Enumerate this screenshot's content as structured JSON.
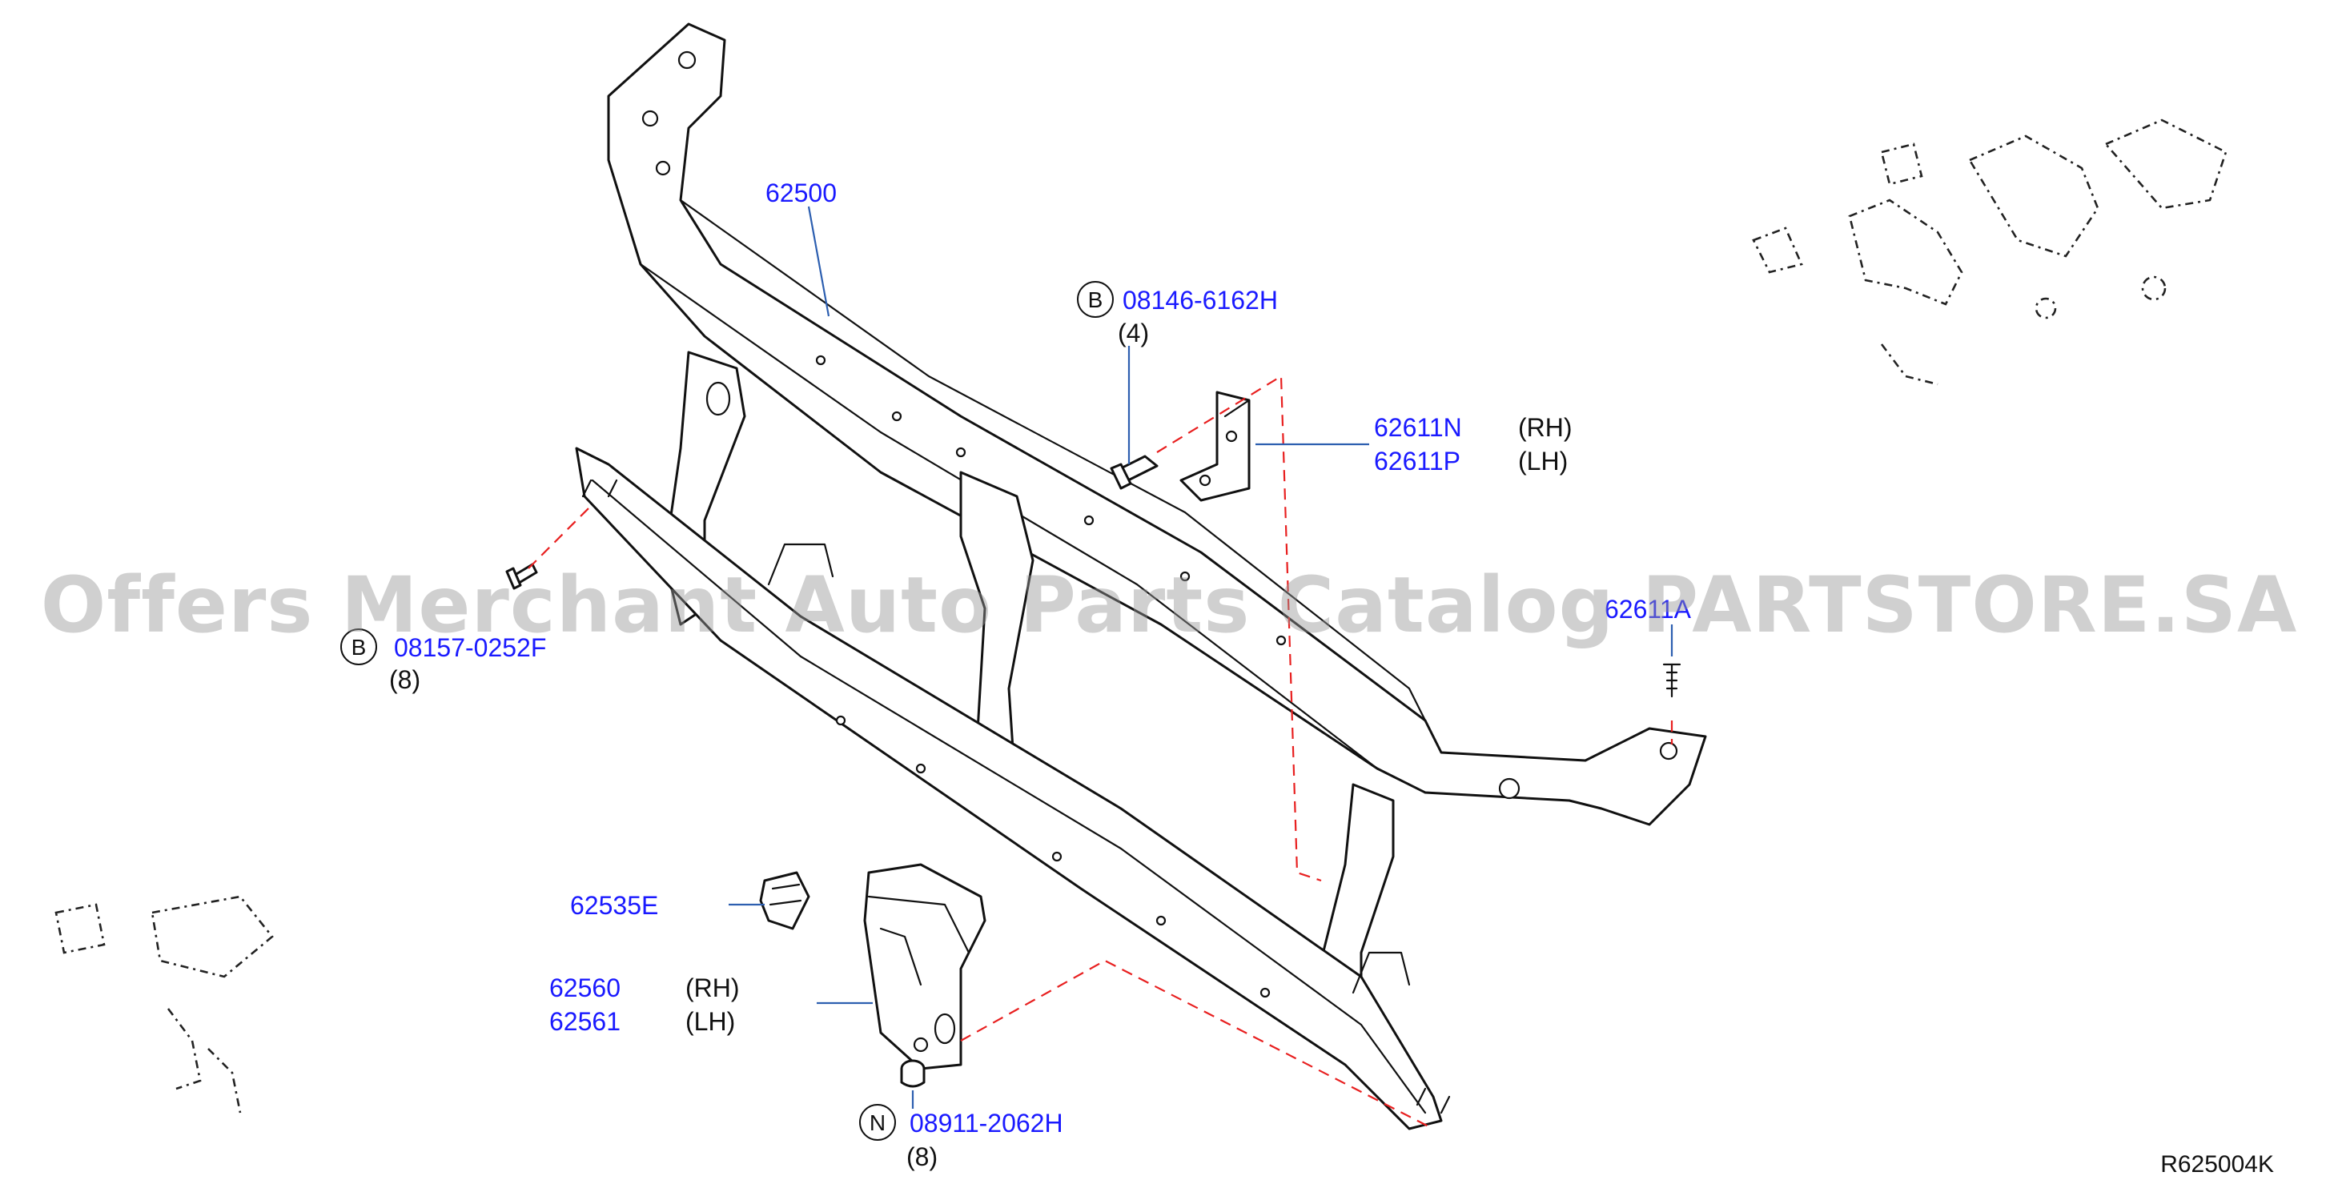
{
  "diagram_id": "R625004K",
  "watermark": "Offers Merchant Auto Parts Catalog PARTSTORE.SA",
  "parts": {
    "p62500": {
      "number": "62500"
    },
    "bolt_top": {
      "circle_letter": "B",
      "number": "08146-6162H",
      "qty": "(4)"
    },
    "bracket": {
      "number_rh": "62611N",
      "side_rh": "(RH)",
      "number_lh": "62611P",
      "side_lh": "(LH)"
    },
    "clip_right": {
      "number": "62611A"
    },
    "bolt_left": {
      "circle_letter": "B",
      "number": "08157-0252F",
      "qty": "(8)"
    },
    "clip_bottom": {
      "number": "62535E"
    },
    "support": {
      "number_rh": "62560",
      "side_rh": "(RH)",
      "number_lh": "62561",
      "side_lh": "(LH)"
    },
    "nut": {
      "circle_letter": "N",
      "number": "08911-2062H",
      "qty": "(8)"
    }
  },
  "colors": {
    "part_number": "#1a1aff",
    "leader_line": "#2d5fb0",
    "dashed_guide": "#e82020",
    "watermark": "#969696"
  }
}
